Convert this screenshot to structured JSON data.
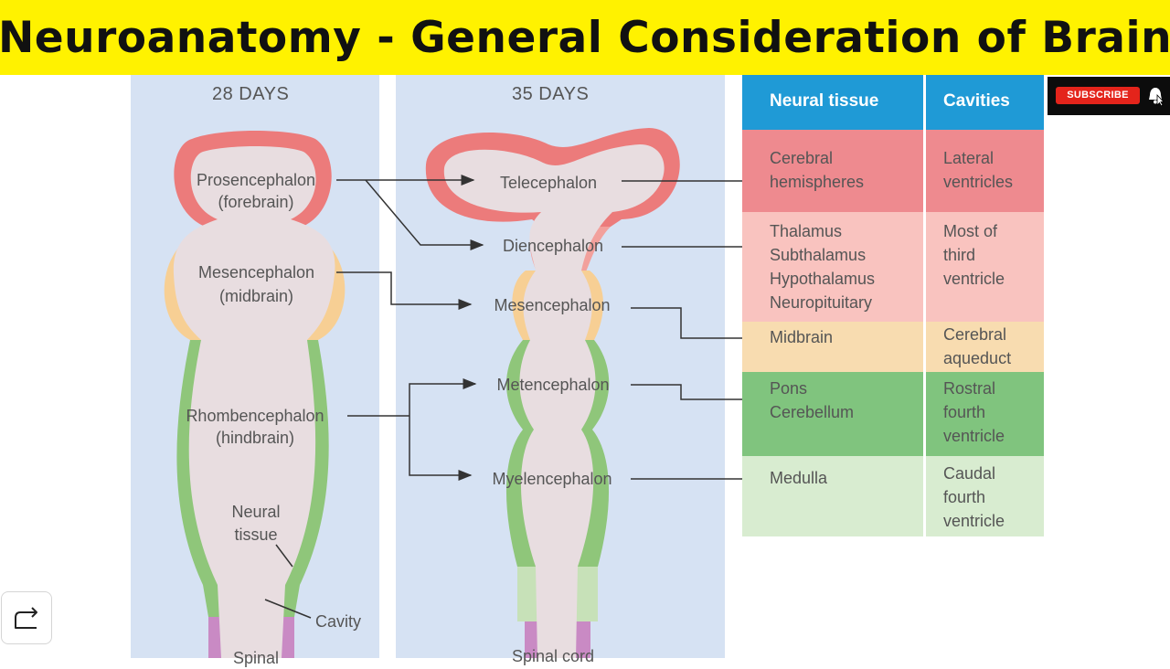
{
  "title": "Neuroanatomy - General Consideration of Brain",
  "stages": {
    "day28": {
      "label": "28 DAYS",
      "prosencephalon": "Prosencephalon",
      "forebrain": "(forebrain)",
      "mesencephalon": "Mesencephalon",
      "midbrain": "(midbrain)",
      "rhombencephalon": "Rhombencephalon",
      "hindbrain": "(hindbrain)",
      "neural": "Neural",
      "tissue": "tissue",
      "cavity": "Cavity",
      "spinal_cord_partial": "Spinal"
    },
    "day35": {
      "label": "35 DAYS",
      "telencephalon": "Telecephalon",
      "diencephalon": "Diencephalon",
      "mesencephalon": "Mesencephalon",
      "metencephalon": "Metencephalon",
      "myelencephalon": "Myelencephalon",
      "spinal_cord": "Spinal cord"
    }
  },
  "table": {
    "headers": [
      "Neural tissue",
      "Cavities"
    ],
    "rows": [
      {
        "tissue": "Cerebral\nhemispheres",
        "cavity": "Lateral\nventricles",
        "color": "#ee8a8f"
      },
      {
        "tissue": "Thalamus\nSubthalamus\nHypothalamus\nNeuropituitary",
        "cavity": "Most of\nthird\nventricle",
        "color": "#f9c3bf"
      },
      {
        "tissue": "Midbrain",
        "cavity": "Cerebral\naqueduct",
        "color": "#f8dcb0"
      },
      {
        "tissue": "Pons\nCerebellum",
        "cavity": "Rostral\nfourth\nventricle",
        "color": "#80c47e"
      },
      {
        "tissue": "Medulla",
        "cavity": "Caudal\nfourth\nventricle",
        "color": "#d8ecd0"
      }
    ],
    "header_color": "#1f9ad6"
  },
  "colors": {
    "forebrain": "#ec7b7b",
    "midbrain": "#f7cf94",
    "hindbrain": "#8fc67a",
    "spinal": "#c7e1b8",
    "cord_end": "#c98ac4",
    "lumen": "#e8dde0",
    "panel": "#d6e2f3",
    "banner": "#fff200"
  },
  "subscribe": {
    "label": "SUBSCRIBE",
    "icon": "bell-cursor-icon"
  },
  "share": {
    "icon": "share-arrow-icon"
  }
}
